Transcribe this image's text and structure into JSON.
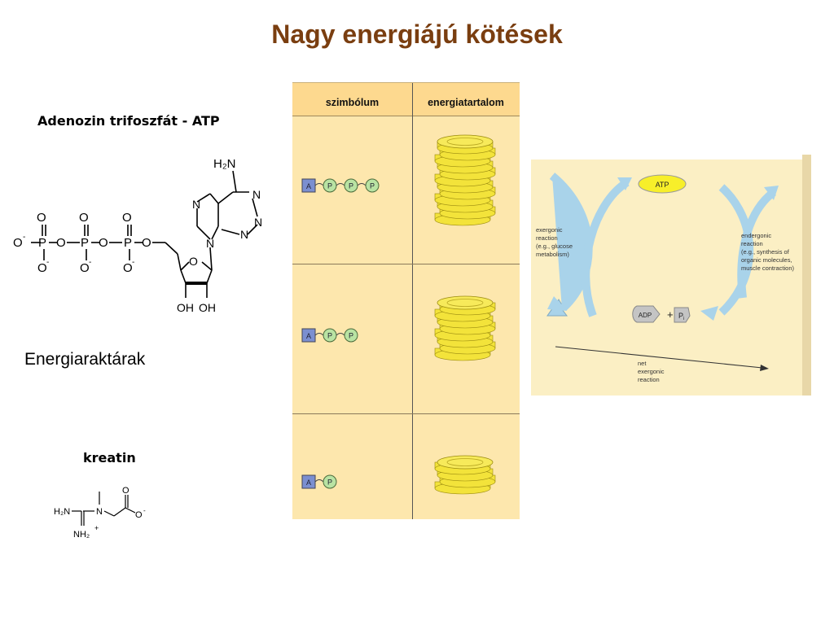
{
  "title": "Nagy energiájú kötések",
  "atp": {
    "heading": "Adenozin trifoszfát - ATP",
    "labels": {
      "oxygen": "O",
      "phosphorus": "P",
      "charge": "-",
      "nitrogen": "N",
      "amine": "H₂N",
      "hydroxyl": "OH"
    }
  },
  "storage_label": "Energiaraktárak",
  "kreatin": {
    "heading": "kreatin",
    "labels": {
      "amine": "H₂N",
      "iminium": "NH₂",
      "plus": "+",
      "nitrogen": "N",
      "oxygen": "O",
      "charge": "-"
    }
  },
  "energy_table": {
    "headers": [
      "szimbólum",
      "energiatartalom"
    ],
    "rows": [
      {
        "molecule": [
          "A",
          "P",
          "P",
          "P"
        ],
        "coins": 3
      },
      {
        "molecule": [
          "A",
          "P",
          "P"
        ],
        "coins": 2
      },
      {
        "molecule": [
          "A",
          "P"
        ],
        "coins": 1
      }
    ]
  },
  "cycle": {
    "atp_label": "ATP",
    "adp_label": "ADP",
    "plus": "+",
    "pi_label": "P",
    "pi_subscript": "i",
    "exergonic_lines": [
      "exergonic",
      "reaction",
      "(e.g., glucose",
      "metabolism)"
    ],
    "endergonic_lines": [
      "endergonic",
      "reaction",
      "(e.g., synthesis of",
      "organic molecules,",
      "muscle contraction)"
    ],
    "net_lines": [
      "net",
      "exergonic",
      "reaction"
    ]
  },
  "colors": {
    "title": "#7a3e10",
    "table_bg": "#fde7ad",
    "table_header_bg": "#fdd98f",
    "coin": "#f3e33a",
    "adenosine_box": "#7b8fd0",
    "phosphate_circle": "#b9e3a3",
    "cycle_bg": "#fbefc4",
    "cycle_arrow": "#a9d3ea",
    "atp_oval": "#f7ef2a",
    "adp_shape": "#c4c4c4"
  }
}
